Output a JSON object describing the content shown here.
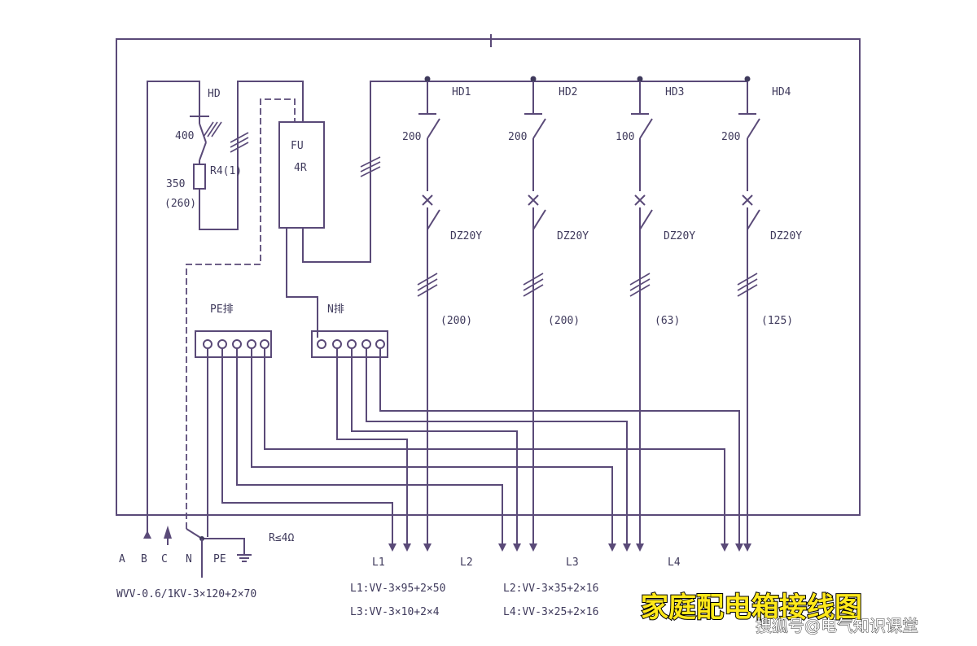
{
  "main_switch": {
    "label": "HD",
    "rating": "400"
  },
  "meter": {
    "resistor": "R4(1)",
    "value": "350",
    "sub": "(260)"
  },
  "fuse_box": {
    "line1": "FU",
    "line2": "4R"
  },
  "branches": [
    {
      "switch": "HD1",
      "rating": "200",
      "breaker": "DZ20Y",
      "current": "(200)",
      "feeder": "L1"
    },
    {
      "switch": "HD2",
      "rating": "200",
      "breaker": "DZ20Y",
      "current": "(200)",
      "feeder": "L2"
    },
    {
      "switch": "HD3",
      "rating": "100",
      "breaker": "DZ20Y",
      "current": "(63)",
      "feeder": "L3"
    },
    {
      "switch": "HD4",
      "rating": "200",
      "breaker": "DZ20Y",
      "current": "(125)",
      "feeder": "L4"
    }
  ],
  "pe_bar": {
    "label": "PE排"
  },
  "n_bar": {
    "label": "N排"
  },
  "incoming": {
    "phases": [
      "A",
      "B",
      "C",
      "N",
      "PE"
    ],
    "ground": "R≤4Ω",
    "cable": "WVV-0.6/1KV-3×120+2×70"
  },
  "cables": {
    "l1": "L1:VV-3×95+2×50",
    "l2": "L2:VV-3×35+2×16",
    "l3": "L3:VV-3×10+2×4",
    "l4": "L4:VV-3×25+2×16"
  },
  "caption": "家庭配电箱接线图",
  "watermark": "搜狐号@电气知识课堂"
}
